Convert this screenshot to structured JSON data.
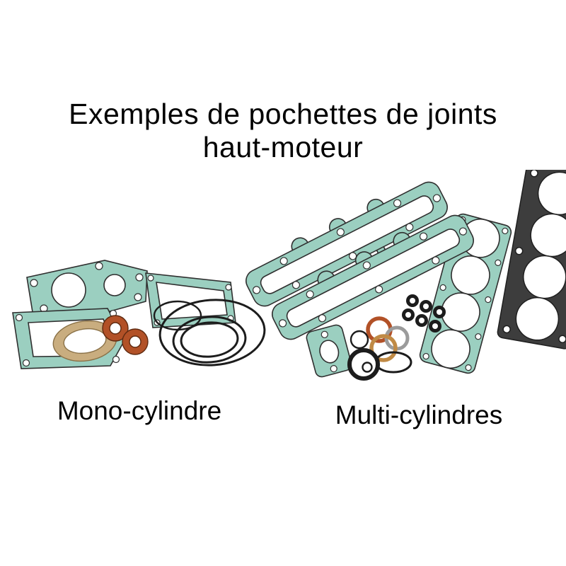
{
  "title": {
    "line1": "Exemples de pochettes de joints",
    "line2": "haut-moteur"
  },
  "captions": {
    "mono": "Mono-cylindre",
    "multi": "Multi-cylindres"
  },
  "colors": {
    "background": "#ffffff",
    "text": "#000000",
    "gasket_teal": "#9bcfc0",
    "gasket_outline": "#2f2f2f",
    "copper": "#b25127",
    "paper_tan": "#c9ad7f",
    "rubber_black": "#1c1c1c",
    "metal_dark": "#3d3d3d"
  }
}
